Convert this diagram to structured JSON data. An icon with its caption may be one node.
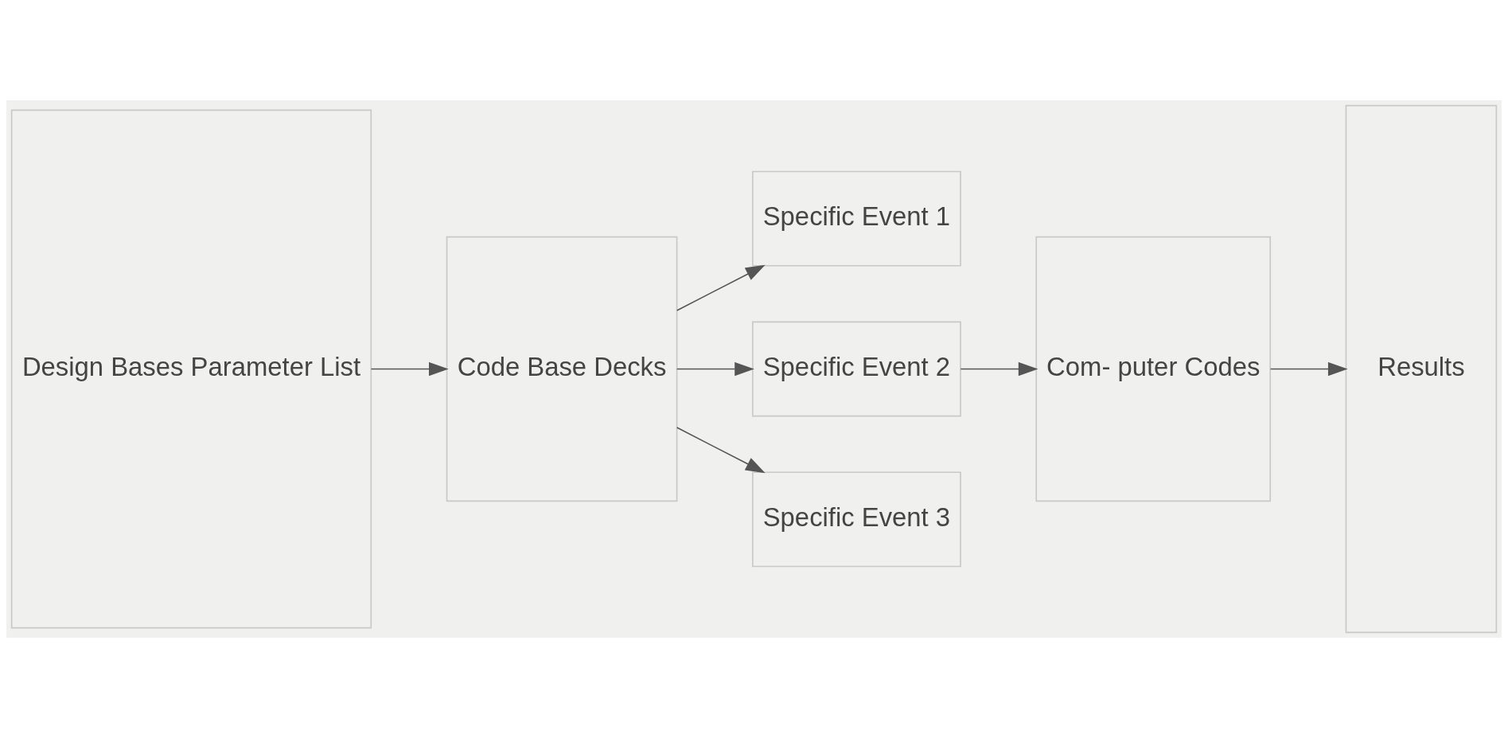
{
  "diagram": {
    "nodes": [
      {
        "text": [
          "Design Bases Parameter List"
        ]
      },
      {
        "text": [
          "Code Base Decks"
        ]
      },
      {
        "text": [
          "Specific Event 1"
        ]
      },
      {
        "text": [
          "Specific Event 2"
        ]
      },
      {
        "text": [
          "Specific Event 3"
        ]
      },
      {
        "text": [
          "Com- puter Codes"
        ]
      },
      {
        "text": [
          "Results"
        ]
      }
    ],
    "edges": [
      {
        "from": 0,
        "to": 1,
        "arrow": "to"
      },
      {
        "from": 1,
        "to": 2,
        "arrow": "to"
      },
      {
        "from": 1,
        "to": 3,
        "arrow": "to"
      },
      {
        "from": 1,
        "to": 4,
        "arrow": "to"
      },
      {
        "from": 3,
        "to": 5,
        "arrow": "to"
      },
      {
        "from": 5,
        "to": 6,
        "arrow": "to"
      }
    ]
  }
}
